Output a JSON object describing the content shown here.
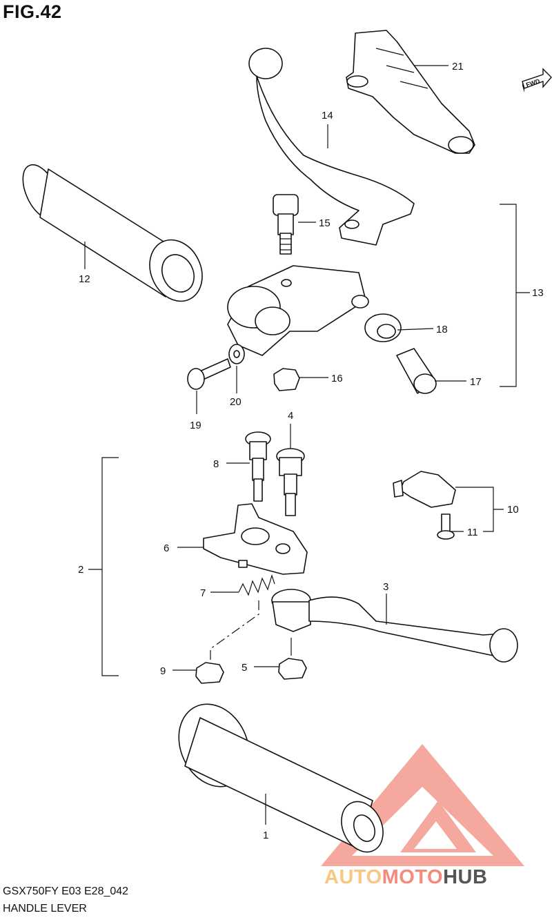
{
  "figure": {
    "title": "FIG.42",
    "fwd_label": "FWD"
  },
  "captions": {
    "model": "GSX750FY E03 E28_042",
    "name": "HANDLE LEVER"
  },
  "watermark": {
    "part1": "AUTO",
    "part2": "MOTO",
    "part3": "HUB",
    "colors": {
      "auto": "#f9c783",
      "moto": "#f28b7e",
      "hub": "#555555",
      "logo": "#f28b7e"
    }
  },
  "part_labels": {
    "p1": "1",
    "p2": "2",
    "p3": "3",
    "p4": "4",
    "p5": "5",
    "p6": "6",
    "p7": "7",
    "p8": "8",
    "p9": "9",
    "p10": "10",
    "p11": "11",
    "p12": "12",
    "p13": "13",
    "p14": "14",
    "p15": "15",
    "p16": "16",
    "p17": "17",
    "p18": "18",
    "p19": "19",
    "p20": "20",
    "p21": "21"
  }
}
